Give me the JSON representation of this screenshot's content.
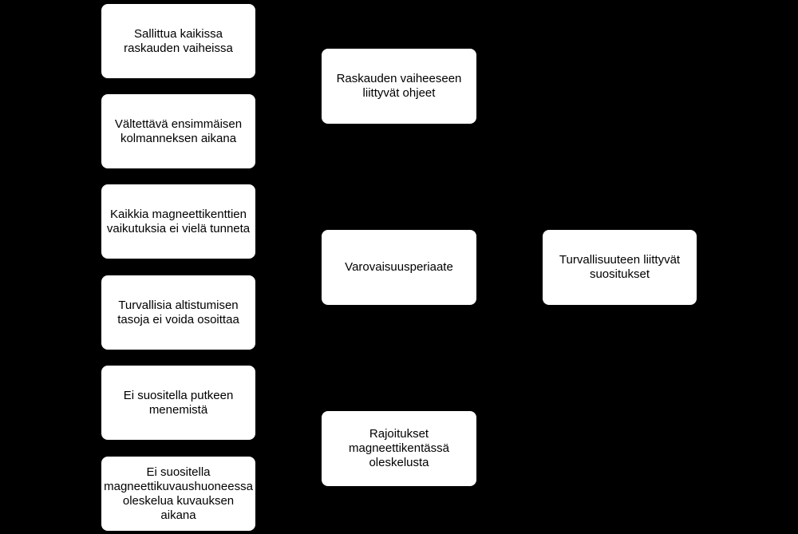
{
  "diagram": {
    "background": "#000000",
    "node_color": "#ffffff",
    "text_color": "#000000",
    "facts": [
      "Sallittua kaikissa raskauden vaiheissa",
      "Vältettävä ensimmäisen kolmanneksen aikana",
      "Kaikkia magneettikenttien vaikutuksia ei vielä tunneta",
      "Turvallisia altistumisen tasoja ei voida osoittaa",
      "Ei suositella putkeen menemistä",
      "Ei suositella magneettikuvaushuoneessa oleskelua kuvauksen aikana"
    ],
    "categories": [
      "Raskauden vaiheeseen liittyvät ohjeet",
      "Varovaisuusperiaate",
      "Rajoitukset magneettikentässä oleskelusta"
    ],
    "root": "Turvallisuuteen liittyvät suositukset"
  }
}
